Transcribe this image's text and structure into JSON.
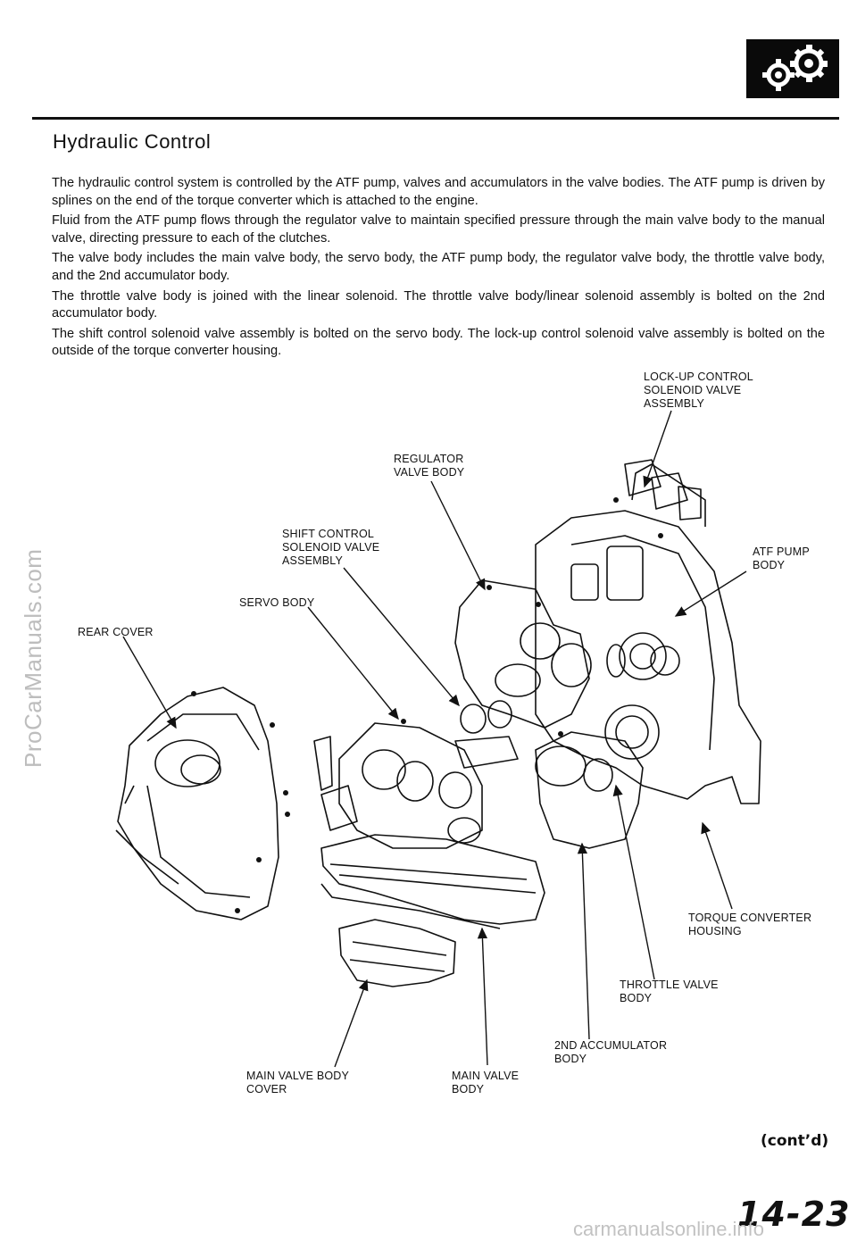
{
  "header": {
    "title": "Hydraulic Control",
    "icon": "gears-icon"
  },
  "paragraphs": [
    "The hydraulic control system is controlled by the ATF pump, valves and accumulators in the valve bodies. The ATF pump is driven by splines on the end of the torque converter which is attached to the engine.",
    "Fluid from the ATF pump flows through the regulator valve to maintain specified pressure through the main valve body to the manual valve, directing pressure to each of the clutches.",
    "The valve body includes the main valve body, the servo body, the ATF pump body, the regulator valve body, the throttle valve body, and the 2nd accumulator body.",
    "The throttle valve body is joined with the linear solenoid. The throttle valve body/linear solenoid assembly is bolted on the 2nd accumulator body.",
    "The shift control solenoid valve assembly is bolted on the servo body. The lock-up control solenoid valve assembly is bolted on the outside of the torque converter housing."
  ],
  "diagram_labels": {
    "lockup": "LOCK-UP CONTROL\nSOLENOID VALVE\nASSEMBLY",
    "regulator": "REGULATOR\nVALVE BODY",
    "shift": "SHIFT CONTROL\nSOLENOID VALVE\nASSEMBLY",
    "atf_pump": "ATF PUMP\nBODY",
    "servo": "SERVO BODY",
    "rear_cover": "REAR COVER",
    "torque_housing": "TORQUE CONVERTER\nHOUSING",
    "throttle": "THROTTLE VALVE\nBODY",
    "accumulator": "2ND ACCUMULATOR\nBODY",
    "main_cover": "MAIN VALVE BODY\nCOVER",
    "main_body": "MAIN VALVE\nBODY"
  },
  "footer": {
    "contd": "(cont’d)",
    "page_number": "14-23"
  },
  "watermarks": {
    "side": "ProCarManuals.com",
    "bottom": "carmanualsonline.info"
  }
}
